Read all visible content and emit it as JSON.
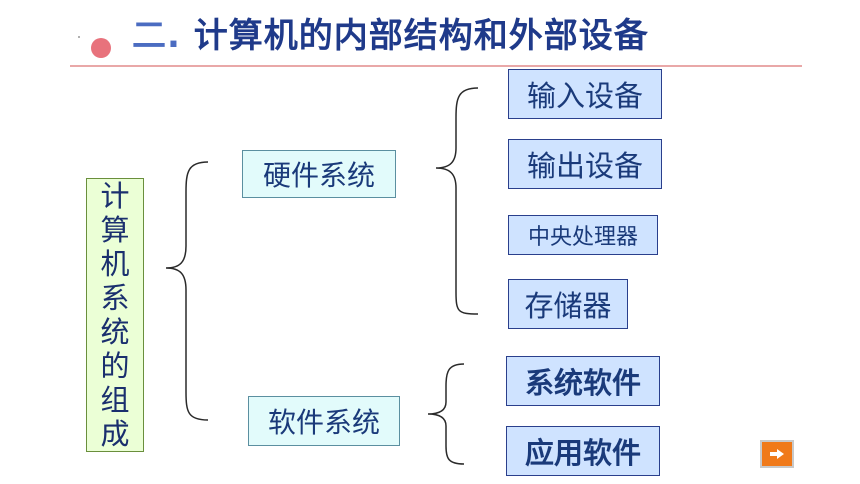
{
  "title": {
    "prefix": "二.",
    "text": " 计算机的内部结构和外部设备"
  },
  "root": {
    "chars": [
      "计",
      "算",
      "机",
      "系",
      "统",
      "的",
      "组",
      "成"
    ]
  },
  "hardware": {
    "label": "硬件系统",
    "items": [
      "输入设备",
      "输出设备",
      "中央处理器",
      "存储器"
    ]
  },
  "software": {
    "label": "软件系统",
    "items": [
      "系统软件",
      "应用软件"
    ]
  },
  "colors": {
    "title": "#1f3a8a",
    "dot": "#e8727c",
    "rule": "#e9a8a8",
    "nav": "#f07a1a"
  },
  "icons": {
    "nav": "arrow-right-icon"
  }
}
